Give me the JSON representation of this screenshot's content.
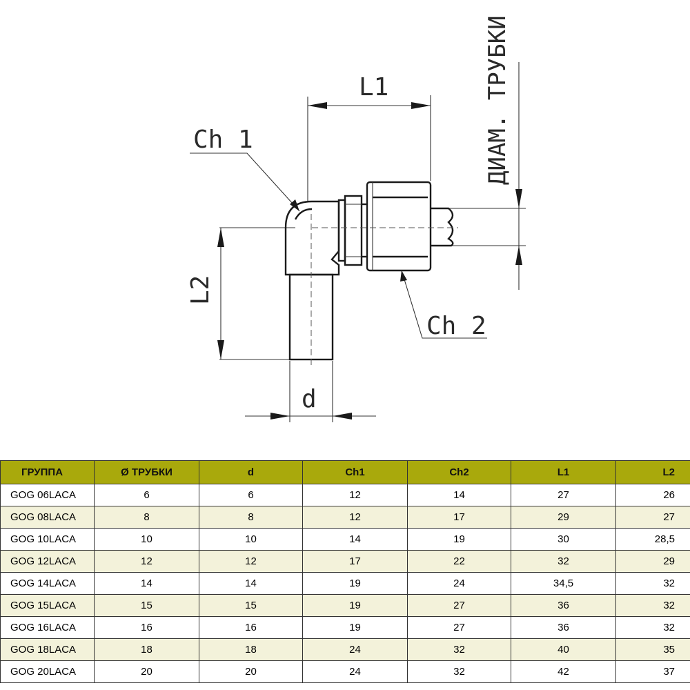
{
  "drawing": {
    "labels": {
      "l1": "L1",
      "l2": "L2",
      "ch1": "Ch 1",
      "ch2": "Ch 2",
      "d": "d",
      "tube_diam": "ДИАМ. ТРУБКИ"
    }
  },
  "table": {
    "headers": [
      "ГРУППА",
      "Ø ТРУБКИ",
      "d",
      "Ch1",
      "Ch2",
      "L1",
      "L2"
    ],
    "header_color": "#a9a90c",
    "stripe_color": "#f3f2da",
    "rows": [
      [
        "GOG 06LACA",
        "6",
        "6",
        "12",
        "14",
        "27",
        "26"
      ],
      [
        "GOG 08LACA",
        "8",
        "8",
        "12",
        "17",
        "29",
        "27"
      ],
      [
        "GOG 10LACA",
        "10",
        "10",
        "14",
        "19",
        "30",
        "28,5"
      ],
      [
        "GOG 12LACA",
        "12",
        "12",
        "17",
        "22",
        "32",
        "29"
      ],
      [
        "GOG 14LACA",
        "14",
        "14",
        "19",
        "24",
        "34,5",
        "32"
      ],
      [
        "GOG 15LACA",
        "15",
        "15",
        "19",
        "27",
        "36",
        "32"
      ],
      [
        "GOG 16LACA",
        "16",
        "16",
        "19",
        "27",
        "36",
        "32"
      ],
      [
        "GOG 18LACA",
        "18",
        "18",
        "24",
        "32",
        "40",
        "35"
      ],
      [
        "GOG 20LACA",
        "20",
        "20",
        "24",
        "32",
        "42",
        "37"
      ]
    ]
  }
}
